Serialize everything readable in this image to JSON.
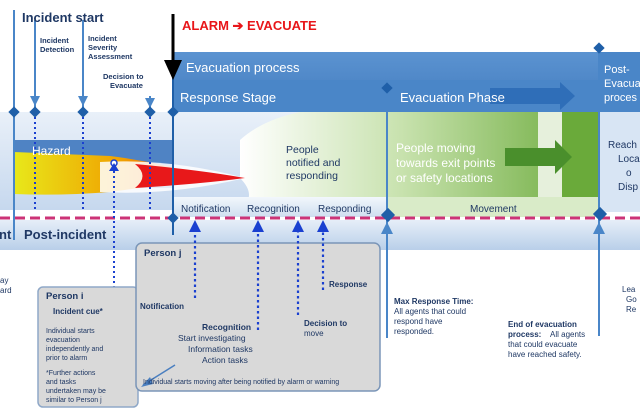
{
  "header": {
    "incident_start": "Incident start",
    "alarm_evacuate": "ALARM ➔ EVACUATE",
    "incident_detection": [
      "Incident",
      "Detection"
    ],
    "severity_assessment": [
      "Incident",
      "Severity",
      "Assessment"
    ],
    "decision_evacuate": [
      "Decision to",
      "Evacuate"
    ]
  },
  "bands": {
    "evacuation_process": "Evacuation process",
    "response_stage": "Response Stage",
    "evacuation_phase": "Evacuation Phase",
    "post_evac": [
      "Post-",
      "Evacuat",
      "proces"
    ]
  },
  "middle": {
    "hazard": "Hazard",
    "people_notified": [
      "People",
      "notified and",
      "responding"
    ],
    "people_moving": [
      "People moving",
      "towards exit points",
      "or safety locations"
    ],
    "right_partial": [
      "Reach",
      "Loca",
      "o",
      "Disp"
    ],
    "stage_labels": [
      "Notification",
      "Recognition",
      "Responding",
      "Movement"
    ]
  },
  "post_incident": {
    "left_fragment": "nt",
    "label": "Post-incident",
    "left_notes": [
      "ay",
      "ard"
    ],
    "right_notes": [
      "Lea",
      "Go",
      "Re"
    ]
  },
  "person_i": {
    "title": "Person i",
    "cue": "Incident cue*",
    "text1": [
      "Individual starts",
      "evacuation",
      "independently and",
      "prior to alarm"
    ],
    "text2": [
      "*Further actions",
      "and tasks",
      "undertaken may be",
      "similar to Person j"
    ]
  },
  "person_j": {
    "title": "Person j",
    "notification": "Notification",
    "recognition_title": "Recognition",
    "recognition_items": [
      "Start investigating",
      "Information tasks",
      "Action tasks"
    ],
    "decision": [
      "Decision to",
      "move"
    ],
    "response": "Response",
    "footer": "Individual starts moving after being notified by alarm or warning"
  },
  "notes": {
    "max_response": {
      "title": "Max Response Time:",
      "lines": [
        "All agents that could",
        "respond have",
        "responded."
      ]
    },
    "end_evacuation": {
      "title": [
        "End of evacuation",
        "process:"
      ],
      "lines": [
        "All agents",
        "that could evacuate",
        "have reached safety."
      ]
    }
  },
  "colors": {
    "band_blue": "#4a86c8",
    "band_light": "#d5e3f3",
    "green": "#6aaa3a",
    "alarm_red": "#e8161a",
    "dash_pink": "#cc3377",
    "dot_blue": "#1a40d0",
    "text_navy": "#1f3864"
  }
}
